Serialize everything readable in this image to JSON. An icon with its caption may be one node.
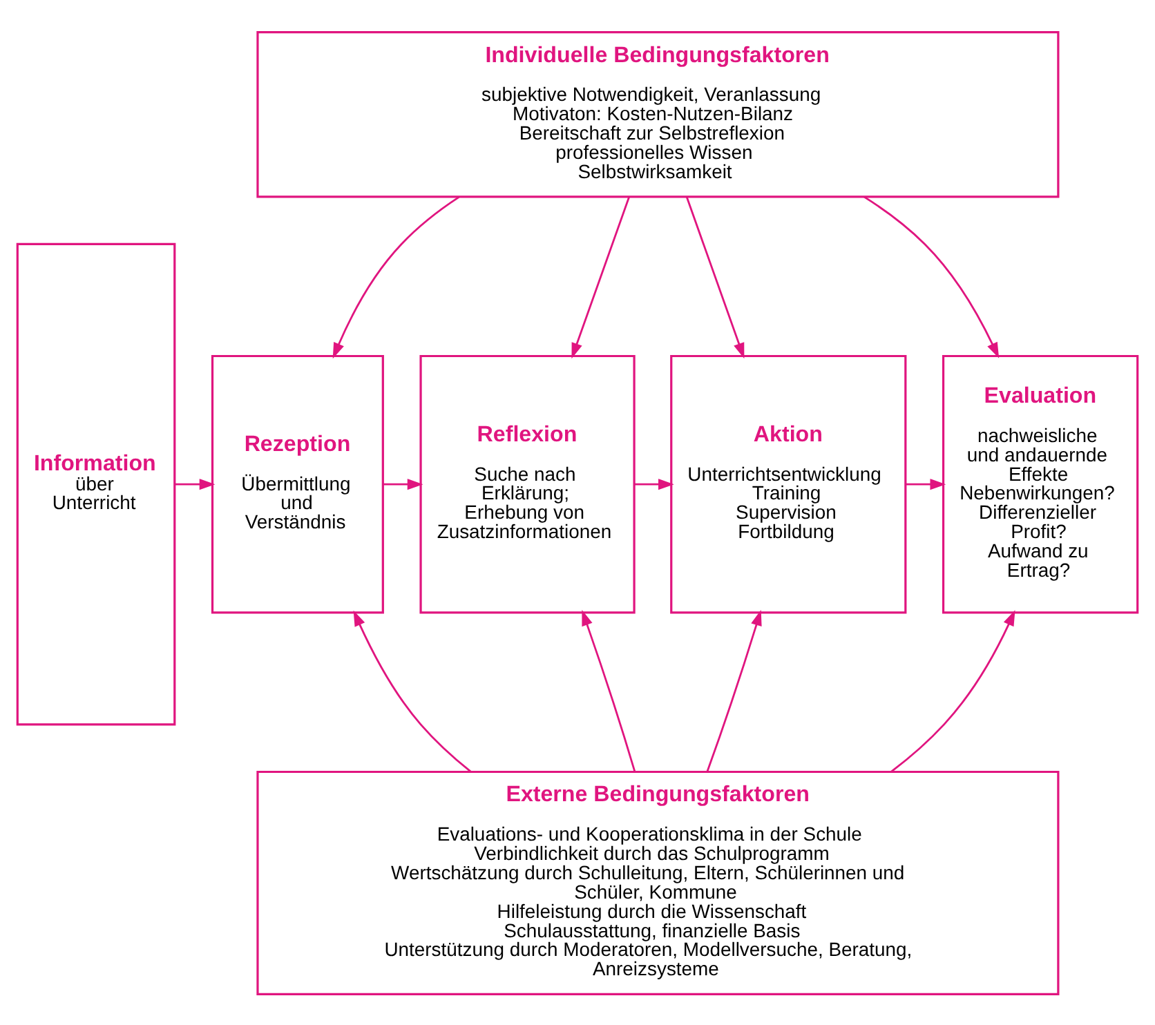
{
  "diagram": {
    "nodes": [
      {
        "text": [
          "Information",
          "über Unterricht"
        ]
      },
      {
        "text": [
          "Individuelle Bedingungsfaktoren",
          "subjektive Notwendigkeit, Veranlassung",
          "Motivaton: Kosten-Nutzen-Bilanz",
          "Bereitschaft zur Selbstreflexion",
          "professionelles Wissen",
          "Selbstwirksamkeit"
        ]
      },
      {
        "text": [
          "Rezeption",
          "Übermittlung und Verständnis"
        ]
      },
      {
        "text": [
          "Reflexion",
          "Suche nach Erklärung; Erhebung von Zusatzinformationen"
        ]
      },
      {
        "text": [
          "Aktion",
          "Unterrichtsentwicklung Training Supervision Fortbildung"
        ]
      },
      {
        "text": [
          "Evaluation",
          "nachweisliche und andauernde Effekte Nebenwirkungen? Differenzieller Profit? Aufwand zu Ertrag?"
        ]
      },
      {
        "text": [
          "Externe Bedingungsfaktoren",
          "Evaluations- und Kooperationsklima in der Schule",
          "Verbindlichkeit durch das Schulprogramm",
          "Wertschätzung durch Schulleitung, Eltern, Schülerinnen und Schüler, Kommune",
          "Hilfeleistung durch die Wissenschaft",
          "Schulausstattung, finanzielle Basis",
          "Unterstützung durch Moderatoren, Modellversuche, Beratung, Anreizsysteme"
        ]
      }
    ],
    "edges": [
      {
        "from": 0,
        "to": 2,
        "arrow": "to"
      },
      {
        "from": 2,
        "to": 3,
        "arrow": "to"
      },
      {
        "from": 3,
        "to": 4,
        "arrow": "to"
      },
      {
        "from": 4,
        "to": 5,
        "arrow": "to"
      },
      {
        "from": 1,
        "to": 2,
        "arrow": "to"
      },
      {
        "from": 1,
        "to": 3,
        "arrow": "to"
      },
      {
        "from": 1,
        "to": 4,
        "arrow": "to"
      },
      {
        "from": 1,
        "to": 5,
        "arrow": "to"
      },
      {
        "from": 6,
        "to": 2,
        "arrow": "to"
      },
      {
        "from": 6,
        "to": 3,
        "arrow": "to"
      },
      {
        "from": 6,
        "to": 4,
        "arrow": "to"
      },
      {
        "from": 6,
        "to": 5,
        "arrow": "to"
      }
    ]
  }
}
